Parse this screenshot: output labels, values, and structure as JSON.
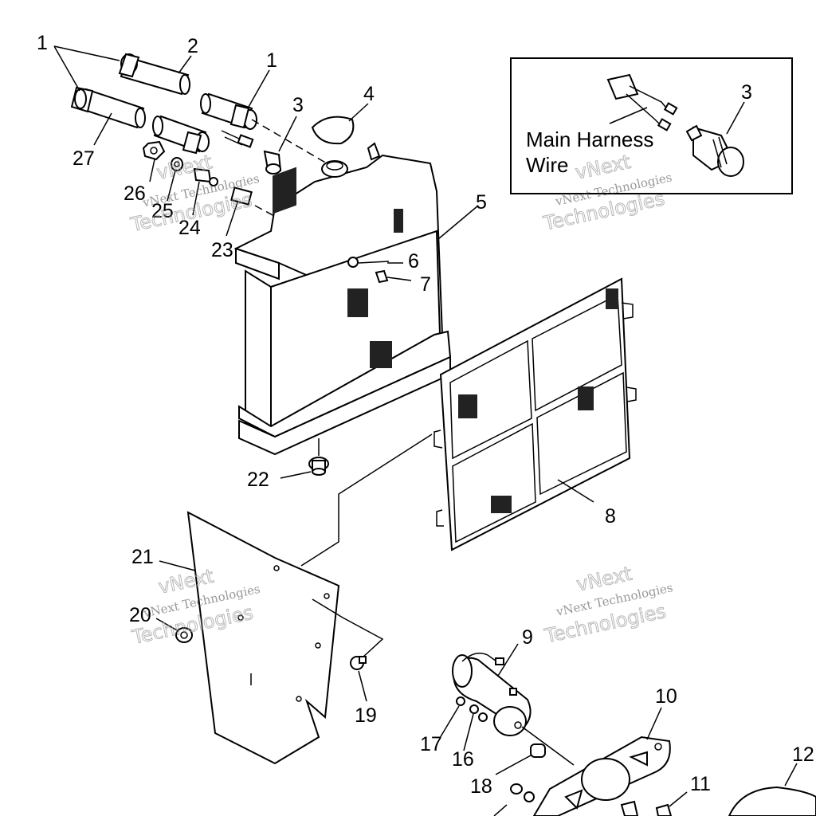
{
  "inset": {
    "line1": "Main Harness",
    "line2": "Wire",
    "callout": "3"
  },
  "callouts": {
    "c1a": "1",
    "c1b": "1",
    "c2": "2",
    "c3": "3",
    "c4": "4",
    "c5": "5",
    "c6": "6",
    "c7": "7",
    "c8": "8",
    "c9": "9",
    "c10": "10",
    "c11": "11",
    "c12": "12",
    "c16": "16",
    "c17": "17",
    "c18": "18",
    "c19": "19",
    "c20": "20",
    "c21": "21",
    "c22": "22",
    "c23": "23",
    "c24": "24",
    "c25": "25",
    "c26": "26",
    "c27": "27"
  },
  "watermark": {
    "line1": "vNext",
    "line2": "vNext Technologies",
    "line3": "Technologies"
  }
}
